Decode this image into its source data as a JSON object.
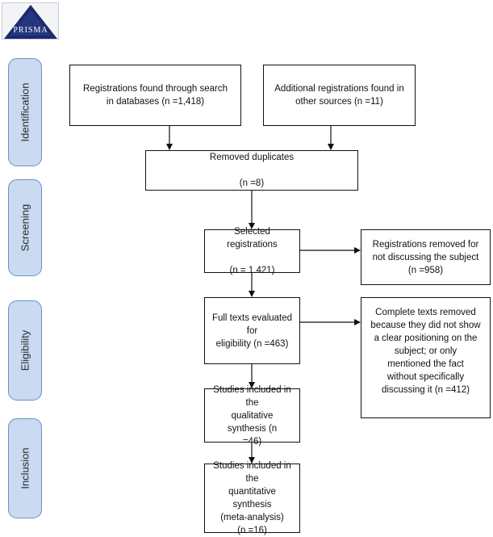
{
  "logo": {
    "text": "PRISMA",
    "icon": "prisma-logo-triangle"
  },
  "stages": {
    "identification": "Identification",
    "screening": "Screening",
    "eligibility": "Eligibility",
    "inclusion": "Inclusion"
  },
  "boxes": {
    "database_search": "Registrations found through search\nin databases (n =1,418)",
    "other_sources": "Additional registrations found in\nother sources (n =11)",
    "duplicates": "Removed duplicates\n\n(n =8)",
    "selected": "Selected registrations\n\n(n = 1.421)",
    "removed_subject": "Registrations removed for\nnot discussing the subject\n(n =958)",
    "full_texts": "Full texts evaluated for\neligibility (n =463)",
    "complete_removed": "Complete texts removed\nbecause they did not show\na clear positioning on the\nsubject; or only\nmentioned the fact\nwithout specifically\ndiscussing it (n =412)",
    "qualitative": "Studies included in the\nqualitative synthesis (n\n=46)",
    "quantitative": "Studies included in the\nquantitative synthesis\n(meta-analysis)\n(n =16)"
  },
  "colors": {
    "stage_fill": "#c9daf1",
    "stage_border": "#6b90c6",
    "logo_navy": "#1b2a6b"
  }
}
